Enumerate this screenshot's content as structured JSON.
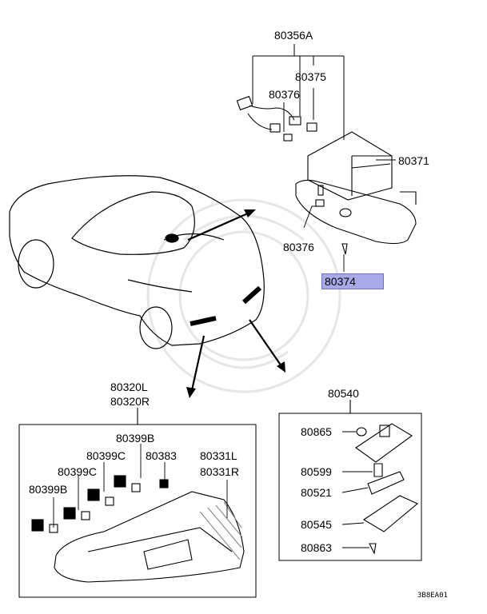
{
  "labels": {
    "p80356A": "80356A",
    "p80375": "80375",
    "p80376_top": "80376",
    "p80371": "80371",
    "p80376_mid": "80376",
    "p80374": "80374",
    "p80320L": "80320L",
    "p80320R": "80320R",
    "p80399B_top": "80399B",
    "p80399C_1": "80399C",
    "p80383": "80383",
    "p80331L": "80331L",
    "p80331R": "80331R",
    "p80399C_2": "80399C",
    "p80399B_2": "80399B",
    "p80540": "80540",
    "p80865": "80865",
    "p80599": "80599",
    "p80521": "80521",
    "p80545": "80545",
    "p80863": "80863"
  },
  "diagram_code": "3B8EA01",
  "highlight_color": "#a9a9e8"
}
